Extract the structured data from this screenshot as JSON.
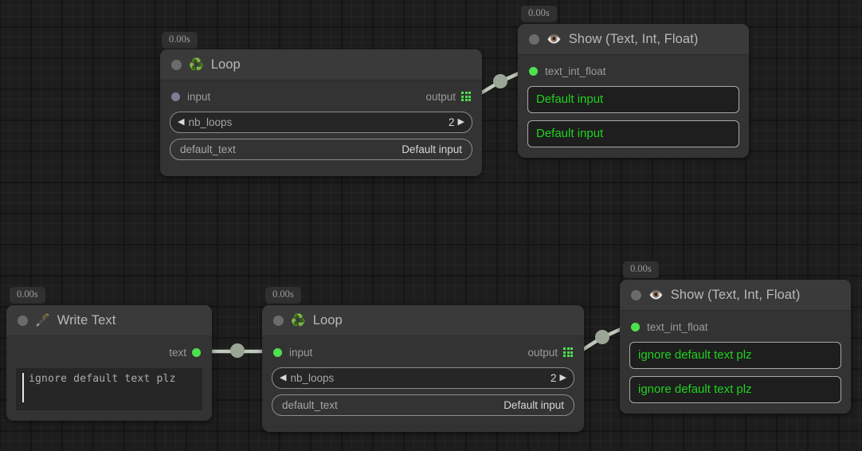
{
  "app": {
    "canvas_name": "node-graph-canvas"
  },
  "colors": {
    "socket_connected": "#4ee04e",
    "socket_unconnected": "#7b7f96",
    "output_text": "#1fd21f",
    "node_body": "#333333",
    "node_header": "#3a3a3a",
    "edge": "#bfc9bb",
    "canvas": "#1d1d1d"
  },
  "nodes": [
    {
      "id": "loop-top",
      "timestamp": "0.00s",
      "icon": "recycle-icon",
      "icon_glyph": "♻️",
      "title": "Loop",
      "input_label": "input",
      "input_state": "unconnected",
      "output_label": "output",
      "output_icon": "grid-array-icon",
      "params": [
        {
          "name": "nb_loops",
          "value": "2",
          "type": "stepper",
          "dec_icon": "left-arrow-icon",
          "inc_icon": "right-arrow-icon",
          "dec_glyph": "◀",
          "inc_glyph": "▶"
        },
        {
          "name": "default_text",
          "value": "Default input",
          "type": "text"
        }
      ]
    },
    {
      "id": "show-top",
      "timestamp": "0.00s",
      "icon": "eye-icon",
      "icon_glyph": "👁️",
      "title": "Show (Text, Int, Float)",
      "input_label": "text_int_float",
      "input_state": "connected",
      "outputs": [
        "Default input",
        "Default input"
      ]
    },
    {
      "id": "write-text",
      "timestamp": "0.00s",
      "icon": "pen-nib-icon",
      "icon_glyph": "🖋️",
      "title": "Write Text",
      "output_label": "text",
      "output_state": "connected",
      "editor_value": "ignore default text plz"
    },
    {
      "id": "loop-bot",
      "timestamp": "0.00s",
      "icon": "recycle-icon",
      "icon_glyph": "♻️",
      "title": "Loop",
      "input_label": "input",
      "input_state": "connected",
      "output_label": "output",
      "output_icon": "grid-array-icon",
      "params": [
        {
          "name": "nb_loops",
          "value": "2",
          "type": "stepper",
          "dec_icon": "left-arrow-icon",
          "inc_icon": "right-arrow-icon",
          "dec_glyph": "◀",
          "inc_glyph": "▶"
        },
        {
          "name": "default_text",
          "value": "Default input",
          "type": "text"
        }
      ]
    },
    {
      "id": "show-bot",
      "timestamp": "0.00s",
      "icon": "eye-icon",
      "icon_glyph": "👁️",
      "title": "Show (Text, Int, Float)",
      "input_label": "text_int_float",
      "input_state": "connected",
      "outputs": [
        "ignore default text plz",
        "ignore default text plz"
      ]
    }
  ],
  "edges": [
    {
      "name": "loop-top-output-to-show-top-input",
      "from": "loop-top.output",
      "to": "show-top.text_int_float"
    },
    {
      "name": "write-text-output-to-loop-bot-input",
      "from": "write-text.text",
      "to": "loop-bot.input"
    },
    {
      "name": "loop-bot-output-to-show-bot-input",
      "from": "loop-bot.output",
      "to": "show-bot.text_int_float"
    }
  ]
}
